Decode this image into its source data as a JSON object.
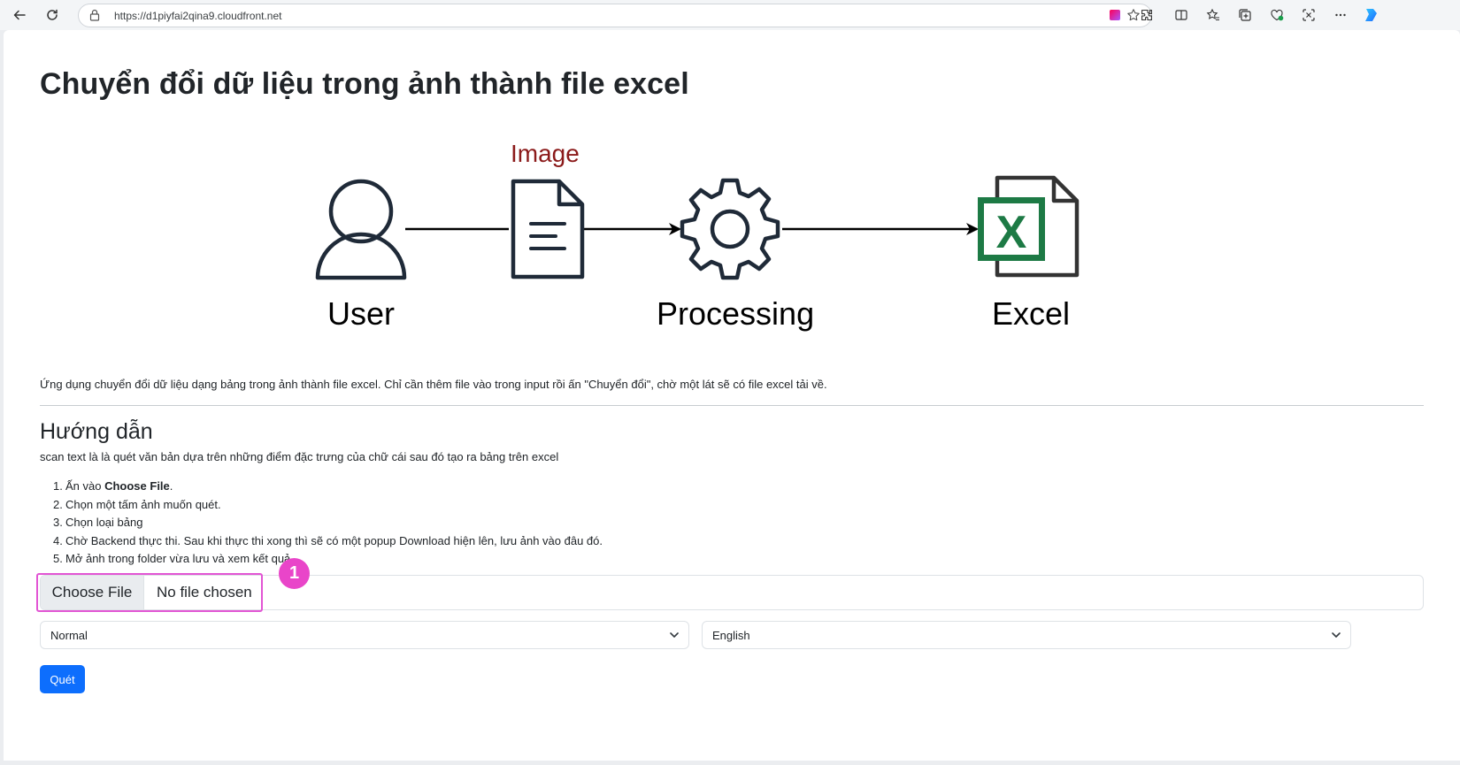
{
  "browser": {
    "url": "https://d1piyfai2qina9.cloudfront.net"
  },
  "page": {
    "title": "Chuyển đổi dữ liệu trong ảnh thành file excel",
    "diagram": {
      "image_label": "Image",
      "user_label": "User",
      "processing_label": "Processing",
      "excel_label": "Excel",
      "excel_letter": "X",
      "colors": {
        "user": "#1f2a38",
        "excel_green": "#1d7a45",
        "image_label": "#8b1a1a"
      }
    },
    "description": "Ứng dụng chuyển đổi dữ liệu dạng bảng trong ảnh thành file excel. Chỉ cần thêm file vào trong input rồi ấn \"Chuyển đổi\", chờ một lát sẽ có file excel tải về.",
    "guide_heading": "Hướng dẫn",
    "guide_sub": "scan text là là quét văn bản dựa trên những điểm đặc trưng của chữ cái sau đó tạo ra bảng trên excel",
    "steps": [
      {
        "num": "1.",
        "pre": "Ấn vào ",
        "bold": "Choose File",
        "post": "."
      },
      {
        "num": "2.",
        "text": "Chọn một tấm ảnh muốn quét."
      },
      {
        "num": "3.",
        "text": "Chọn loại bảng"
      },
      {
        "num": "4.",
        "text": "Chờ Backend thực thi. Sau khi thực thi xong thì sẽ có một popup Download hiện lên, lưu ảnh vào đâu đó."
      },
      {
        "num": "5.",
        "text": "Mở ảnh trong folder vừa lưu và xem kết quả."
      }
    ],
    "file_input": {
      "button_label": "Choose File",
      "status": "No file chosen"
    },
    "annotation_badge": "1",
    "table_type_select": {
      "value": "Normal"
    },
    "language_select": {
      "value": "English"
    },
    "scan_button": "Quét",
    "colors": {
      "primary": "#0d6efd",
      "highlight": "#e255d4",
      "badge": "#e945c9"
    }
  }
}
